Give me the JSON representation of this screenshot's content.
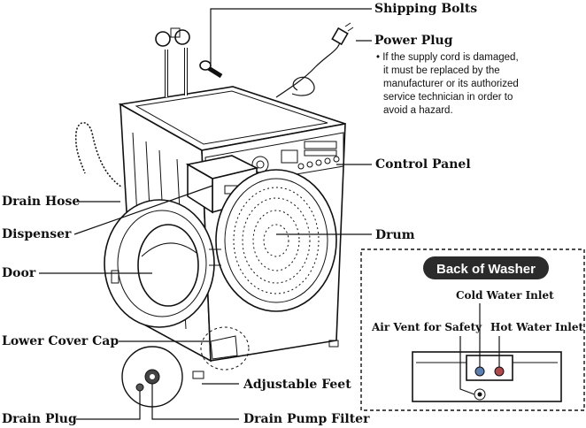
{
  "labels": {
    "shipping_bolts": "Shipping Bolts",
    "power_plug": "Power Plug",
    "power_plug_note": [
      "• If the supply cord is damaged,",
      "it must be replaced by the",
      "manufacturer or its authorized",
      "service technician in order to",
      "avoid a hazard."
    ],
    "control_panel": "Control Panel",
    "drain_hose": "Drain Hose",
    "dispenser": "Dispenser",
    "drum": "Drum",
    "door": "Door",
    "lower_cover_cap": "Lower Cover Cap",
    "adjustable_feet": "Adjustable Feet",
    "drain_plug": "Drain Plug",
    "drain_pump_filter": "Drain Pump Filter"
  },
  "back_panel": {
    "title": "Back of Washer",
    "cold_water_inlet": "Cold Water Inlet",
    "hot_water_inlet": "Hot Water Inlet",
    "air_vent": "Air Vent for Safety"
  },
  "colors": {
    "line": "#111111",
    "pill": "#2b2b2b",
    "background": "#ffffff"
  }
}
